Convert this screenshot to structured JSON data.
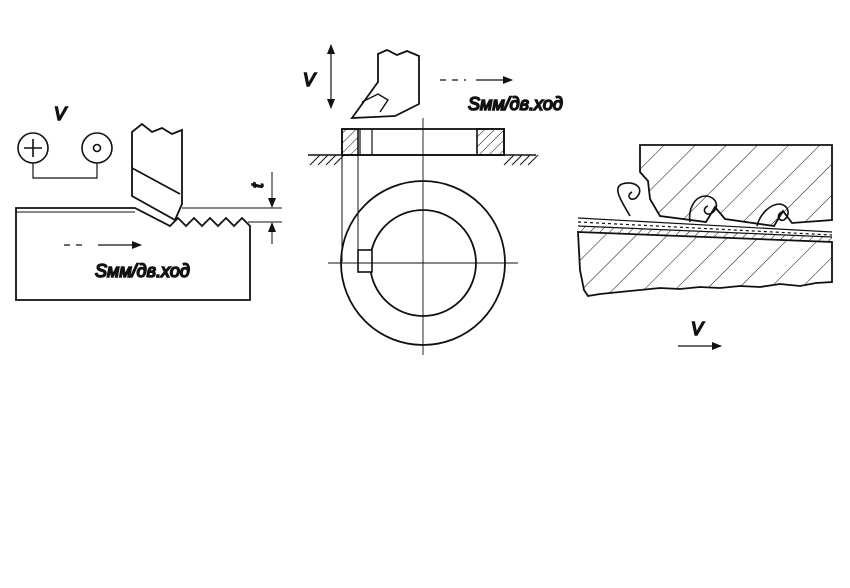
{
  "labels": {
    "velocity": "V",
    "feed": "Sмм/дв.ход",
    "depth": "t"
  },
  "colors": {
    "stroke": "#111111",
    "background": "#ffffff"
  }
}
